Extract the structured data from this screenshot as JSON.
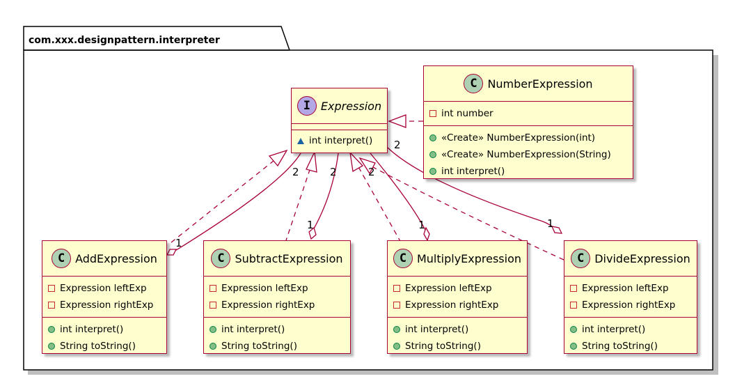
{
  "package": {
    "name": "com.xxx.designpattern.interpreter"
  },
  "interface": {
    "name": "Expression",
    "badge": "I",
    "methods": [
      {
        "visibility": "package",
        "text": "int interpret()"
      }
    ]
  },
  "classes": {
    "number": {
      "name": "NumberExpression",
      "badge": "C",
      "fields": [
        {
          "visibility": "private",
          "text": "int number"
        }
      ],
      "methods": [
        {
          "visibility": "public",
          "text": "«Create» NumberExpression(int)"
        },
        {
          "visibility": "public",
          "text": "«Create» NumberExpression(String)"
        },
        {
          "visibility": "public",
          "text": "int interpret()"
        }
      ]
    },
    "add": {
      "name": "AddExpression",
      "badge": "C",
      "fields": [
        {
          "visibility": "private",
          "text": "Expression leftExp"
        },
        {
          "visibility": "private",
          "text": "Expression rightExp"
        }
      ],
      "methods": [
        {
          "visibility": "public",
          "text": "int interpret()"
        },
        {
          "visibility": "public",
          "text": "String toString()"
        }
      ]
    },
    "subtract": {
      "name": "SubtractExpression",
      "badge": "C",
      "fields": [
        {
          "visibility": "private",
          "text": "Expression leftExp"
        },
        {
          "visibility": "private",
          "text": "Expression rightExp"
        }
      ],
      "methods": [
        {
          "visibility": "public",
          "text": "int interpret()"
        },
        {
          "visibility": "public",
          "text": "String toString()"
        }
      ]
    },
    "multiply": {
      "name": "MultiplyExpression",
      "badge": "C",
      "fields": [
        {
          "visibility": "private",
          "text": "Expression leftExp"
        },
        {
          "visibility": "private",
          "text": "Expression rightExp"
        }
      ],
      "methods": [
        {
          "visibility": "public",
          "text": "int interpret()"
        },
        {
          "visibility": "public",
          "text": "String toString()"
        }
      ]
    },
    "divide": {
      "name": "DivideExpression",
      "badge": "C",
      "fields": [
        {
          "visibility": "private",
          "text": "Expression leftExp"
        },
        {
          "visibility": "private",
          "text": "Expression rightExp"
        }
      ],
      "methods": [
        {
          "visibility": "public",
          "text": "int interpret()"
        },
        {
          "visibility": "public",
          "text": "String toString()"
        }
      ]
    }
  },
  "relations": {
    "add": {
      "source_mult": "2",
      "target_mult": "1"
    },
    "subtract": {
      "source_mult": "2",
      "target_mult": "1"
    },
    "multiply": {
      "source_mult": "2",
      "target_mult": "1"
    },
    "divide": {
      "source_mult": "2",
      "target_mult": "1"
    }
  },
  "colors": {
    "class_fill": "#FEFECE",
    "border": "#A80036",
    "class_badge": "#ADD1B2",
    "interface_badge": "#B4A7E5"
  }
}
